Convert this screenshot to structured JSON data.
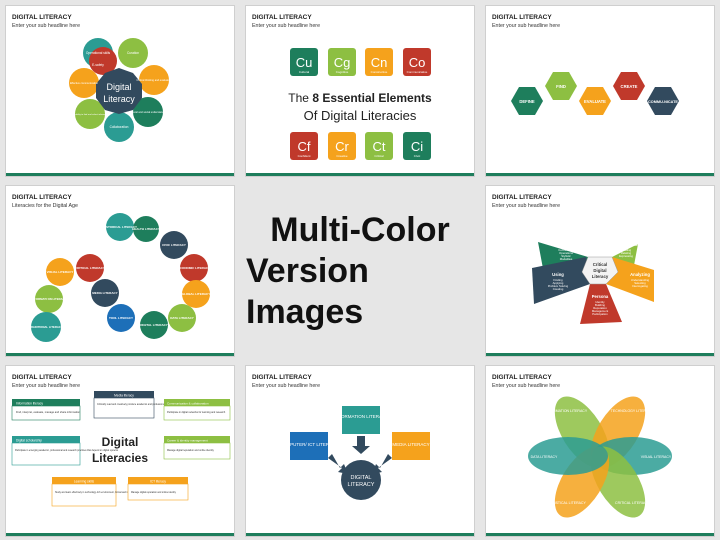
{
  "header_title": "DIGITAL LITERACY",
  "sub_headline": "Enter your sub headline here",
  "slide4_subtitle": "Literacies for the Digital Age",
  "center": {
    "line1": "Multi-Color",
    "line2": "Version Images"
  },
  "colors": {
    "green": "#1e7e5c",
    "teal": "#2b9c93",
    "orange": "#f5a21c",
    "red": "#c0392b",
    "lime": "#8dbf42",
    "navy": "#324a5e"
  },
  "slide1": {
    "center_line1": "Digital",
    "center_line2": "Literacy",
    "petals": [
      "Operational skills",
      "Curation",
      "Critical thinking and evaluation",
      "Cultural and social understanding",
      "Collaboration",
      "The ability to find and select information",
      "Effective communication",
      "E-safety"
    ]
  },
  "slide2": {
    "tiles_top": [
      {
        "sym": "Cu",
        "cap": "Cultural"
      },
      {
        "sym": "Cg",
        "cap": "Cognitive"
      },
      {
        "sym": "Cn",
        "cap": "Constructive"
      },
      {
        "sym": "Co",
        "cap": "Communicative"
      }
    ],
    "line1_pre": "The ",
    "line1_bold": "8 Essential Elements",
    "line2": "Of Digital Literacies",
    "tiles_bottom": [
      {
        "sym": "Cf",
        "cap": "Confident"
      },
      {
        "sym": "Cr",
        "cap": "Creative"
      },
      {
        "sym": "Ct",
        "cap": "Critical"
      },
      {
        "sym": "Ci",
        "cap": "Civic"
      }
    ]
  },
  "slide3": {
    "hexes": [
      "DEFINE",
      "FIND",
      "EVALUATE",
      "CREATE",
      "COMMU-NICATE"
    ]
  },
  "slide4": {
    "circles": [
      "HISTORICAL LITERACY",
      "HEALTH LITERACY",
      "CIVIC LITERACY",
      "ECONOMIC LITERACY",
      "GLOBAL LITERACY",
      "DATA LITERACY",
      "DIGITAL LITERACY",
      "TOOL LITERACY",
      "MEDIA LITERACY",
      "CRITICAL LITERACY",
      "VISUAL LITERACY",
      "INFORMATI ON LITERACY",
      "TRADITIONAL LITERACY"
    ]
  },
  "slide5": {
    "center_line1": "Critical",
    "center_line2": "Digital",
    "center_line3": "Literacy",
    "petals": [
      {
        "title": "Decoding",
        "lines": [
          "Navigation",
          "Conventions",
          "Operations",
          "Stylistic",
          "Modalities"
        ]
      },
      {
        "title": "Meaning making",
        "lines": [
          "Reading",
          "Relating",
          "Expressing"
        ]
      },
      {
        "title": "Analyzing",
        "lines": [
          "Understanding",
          "Selecting",
          "Interrogating"
        ]
      },
      {
        "title": "Persona",
        "lines": [
          "Identity",
          "Building",
          "Reputation",
          "Management",
          "Participation"
        ]
      },
      {
        "title": "Using",
        "lines": [
          "Finding",
          "Applying",
          "Problem Solving",
          "Creating"
        ]
      }
    ]
  },
  "slide7": {
    "center_line1": "Digital",
    "center_line2": "Literacies",
    "boxes": [
      {
        "head": "Information literacy",
        "body": "Find, interpret, evaluate, manage and share information"
      },
      {
        "head": "Media literacy",
        "body": "Critically read and creatively produce academic and professional communications in a range of media"
      },
      {
        "head": "Communication & collaboration",
        "body": "Participate in digital networks for learning and research"
      },
      {
        "head": "Digital scholarship",
        "body": "Participate in emerging academic, professional and research practices that depend on digital systems"
      },
      {
        "head": "Career & identity management",
        "body": "Manage digital reputation and online identity"
      },
      {
        "head": "Learning skills",
        "body": "Study and learn effectively in technology-rich environment, formal and informal"
      },
      {
        "head": "ICT literacy",
        "body": "Manage digital reputation and online identity"
      }
    ]
  },
  "slide8": {
    "boxes": [
      "INFORMATION LITERACY",
      "COMPUTER/ ICT LITERACY",
      "MEDIA LITERACY"
    ],
    "center_line1": "DIGITAL",
    "center_line2": "LITERACY"
  },
  "slide9": {
    "petals": [
      "INFORMATION LITERACY",
      "TECHNOLOGY LITERACY",
      "VISUAL LITERACY",
      "CRITICAL LITERACY",
      "STATISTICAL LITERACY",
      "DATA LITERACY"
    ]
  }
}
